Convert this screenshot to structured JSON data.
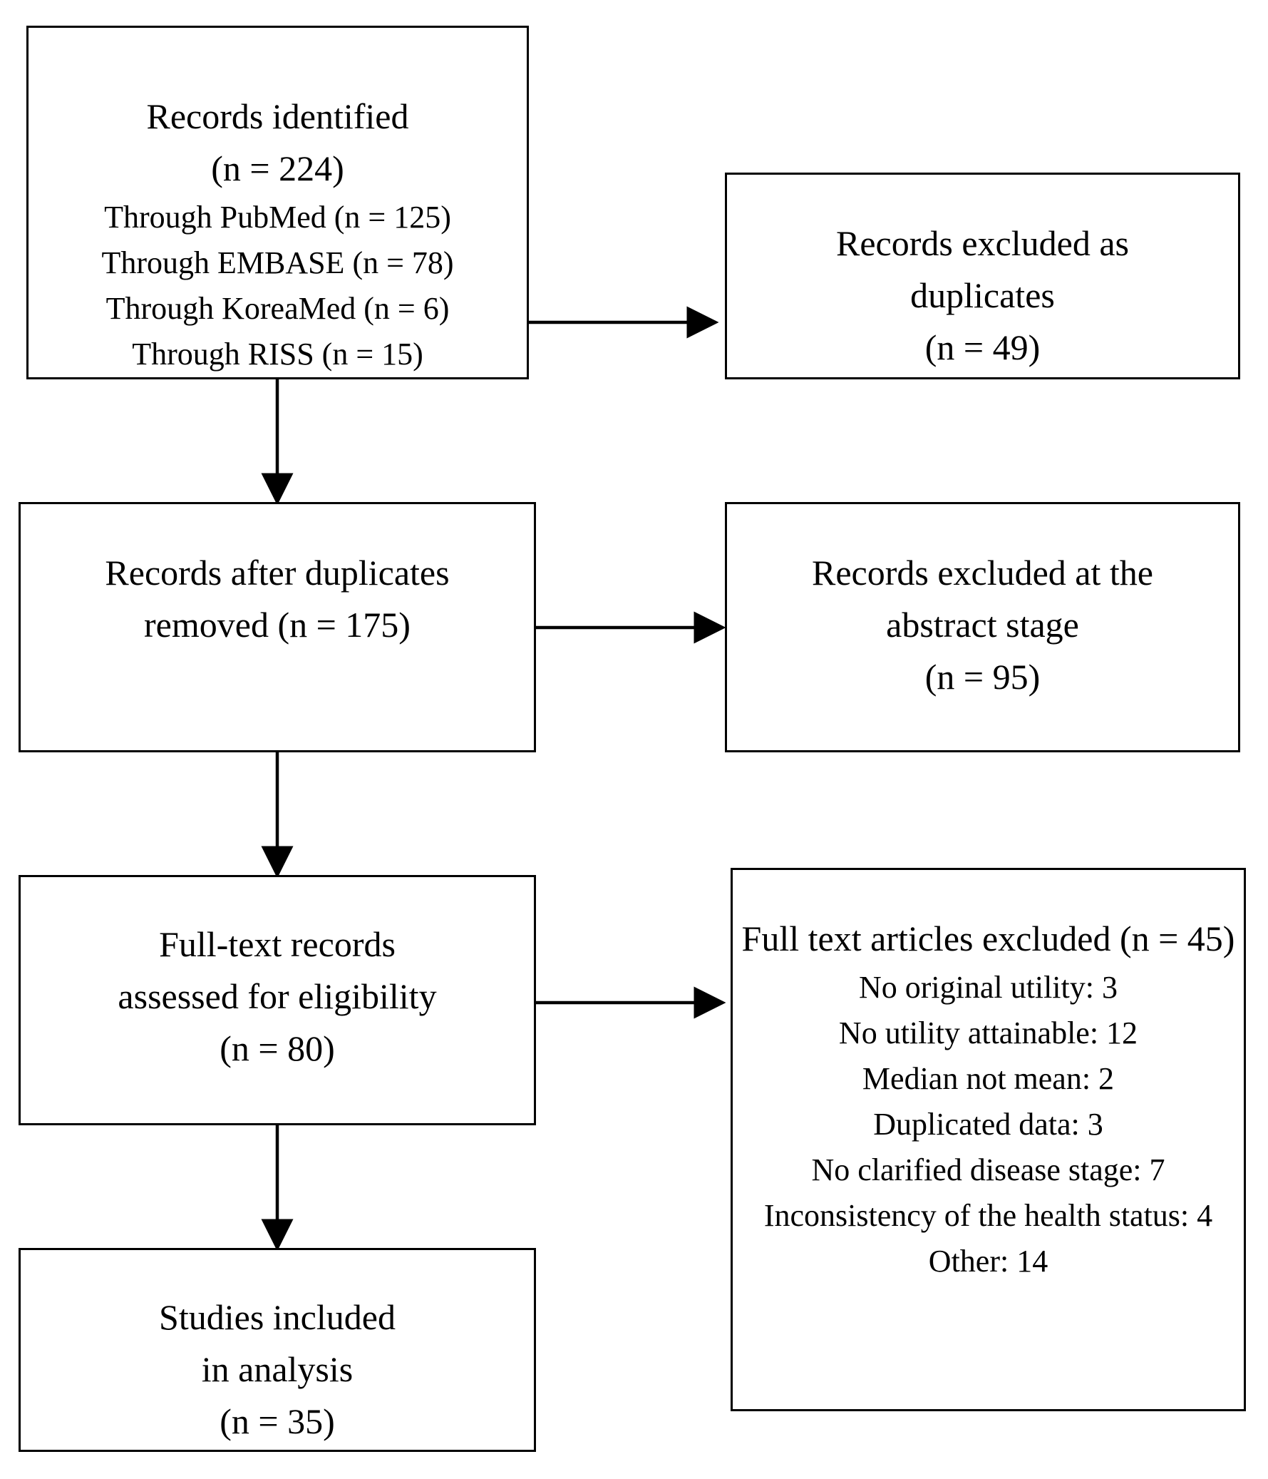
{
  "diagram": {
    "identified": {
      "title": "Records identified",
      "count": "(n = 224)",
      "sources": [
        "Through PubMed (n = 125)",
        "Through EMBASE (n = 78)",
        "Through KoreaMed (n = 6)",
        "Through RISS (n = 15)"
      ]
    },
    "duplicates_excluded": {
      "line1": "Records excluded as",
      "line2": "duplicates",
      "count": "(n = 49)"
    },
    "after_duplicates": {
      "line1": "Records after duplicates",
      "line2": "removed (n = 175)"
    },
    "abstract_excluded": {
      "line1": "Records excluded at the",
      "line2": "abstract stage",
      "count": "(n = 95)"
    },
    "fulltext_assessed": {
      "line1": "Full-text records",
      "line2": "assessed for eligibility",
      "count": "(n = 80)"
    },
    "fulltext_excluded": {
      "title": "Full text articles excluded (n = 45)",
      "reasons": [
        "No original utility: 3",
        "No utility attainable: 12",
        "Median not mean: 2",
        "Duplicated data: 3",
        "No clarified disease stage: 7",
        "Inconsistency of the health status: 4",
        "Other: 14"
      ]
    },
    "included": {
      "line1": "Studies included",
      "line2": "in analysis",
      "count": "(n = 35)"
    }
  },
  "colors": {
    "line": "#000000",
    "background": "#ffffff"
  }
}
